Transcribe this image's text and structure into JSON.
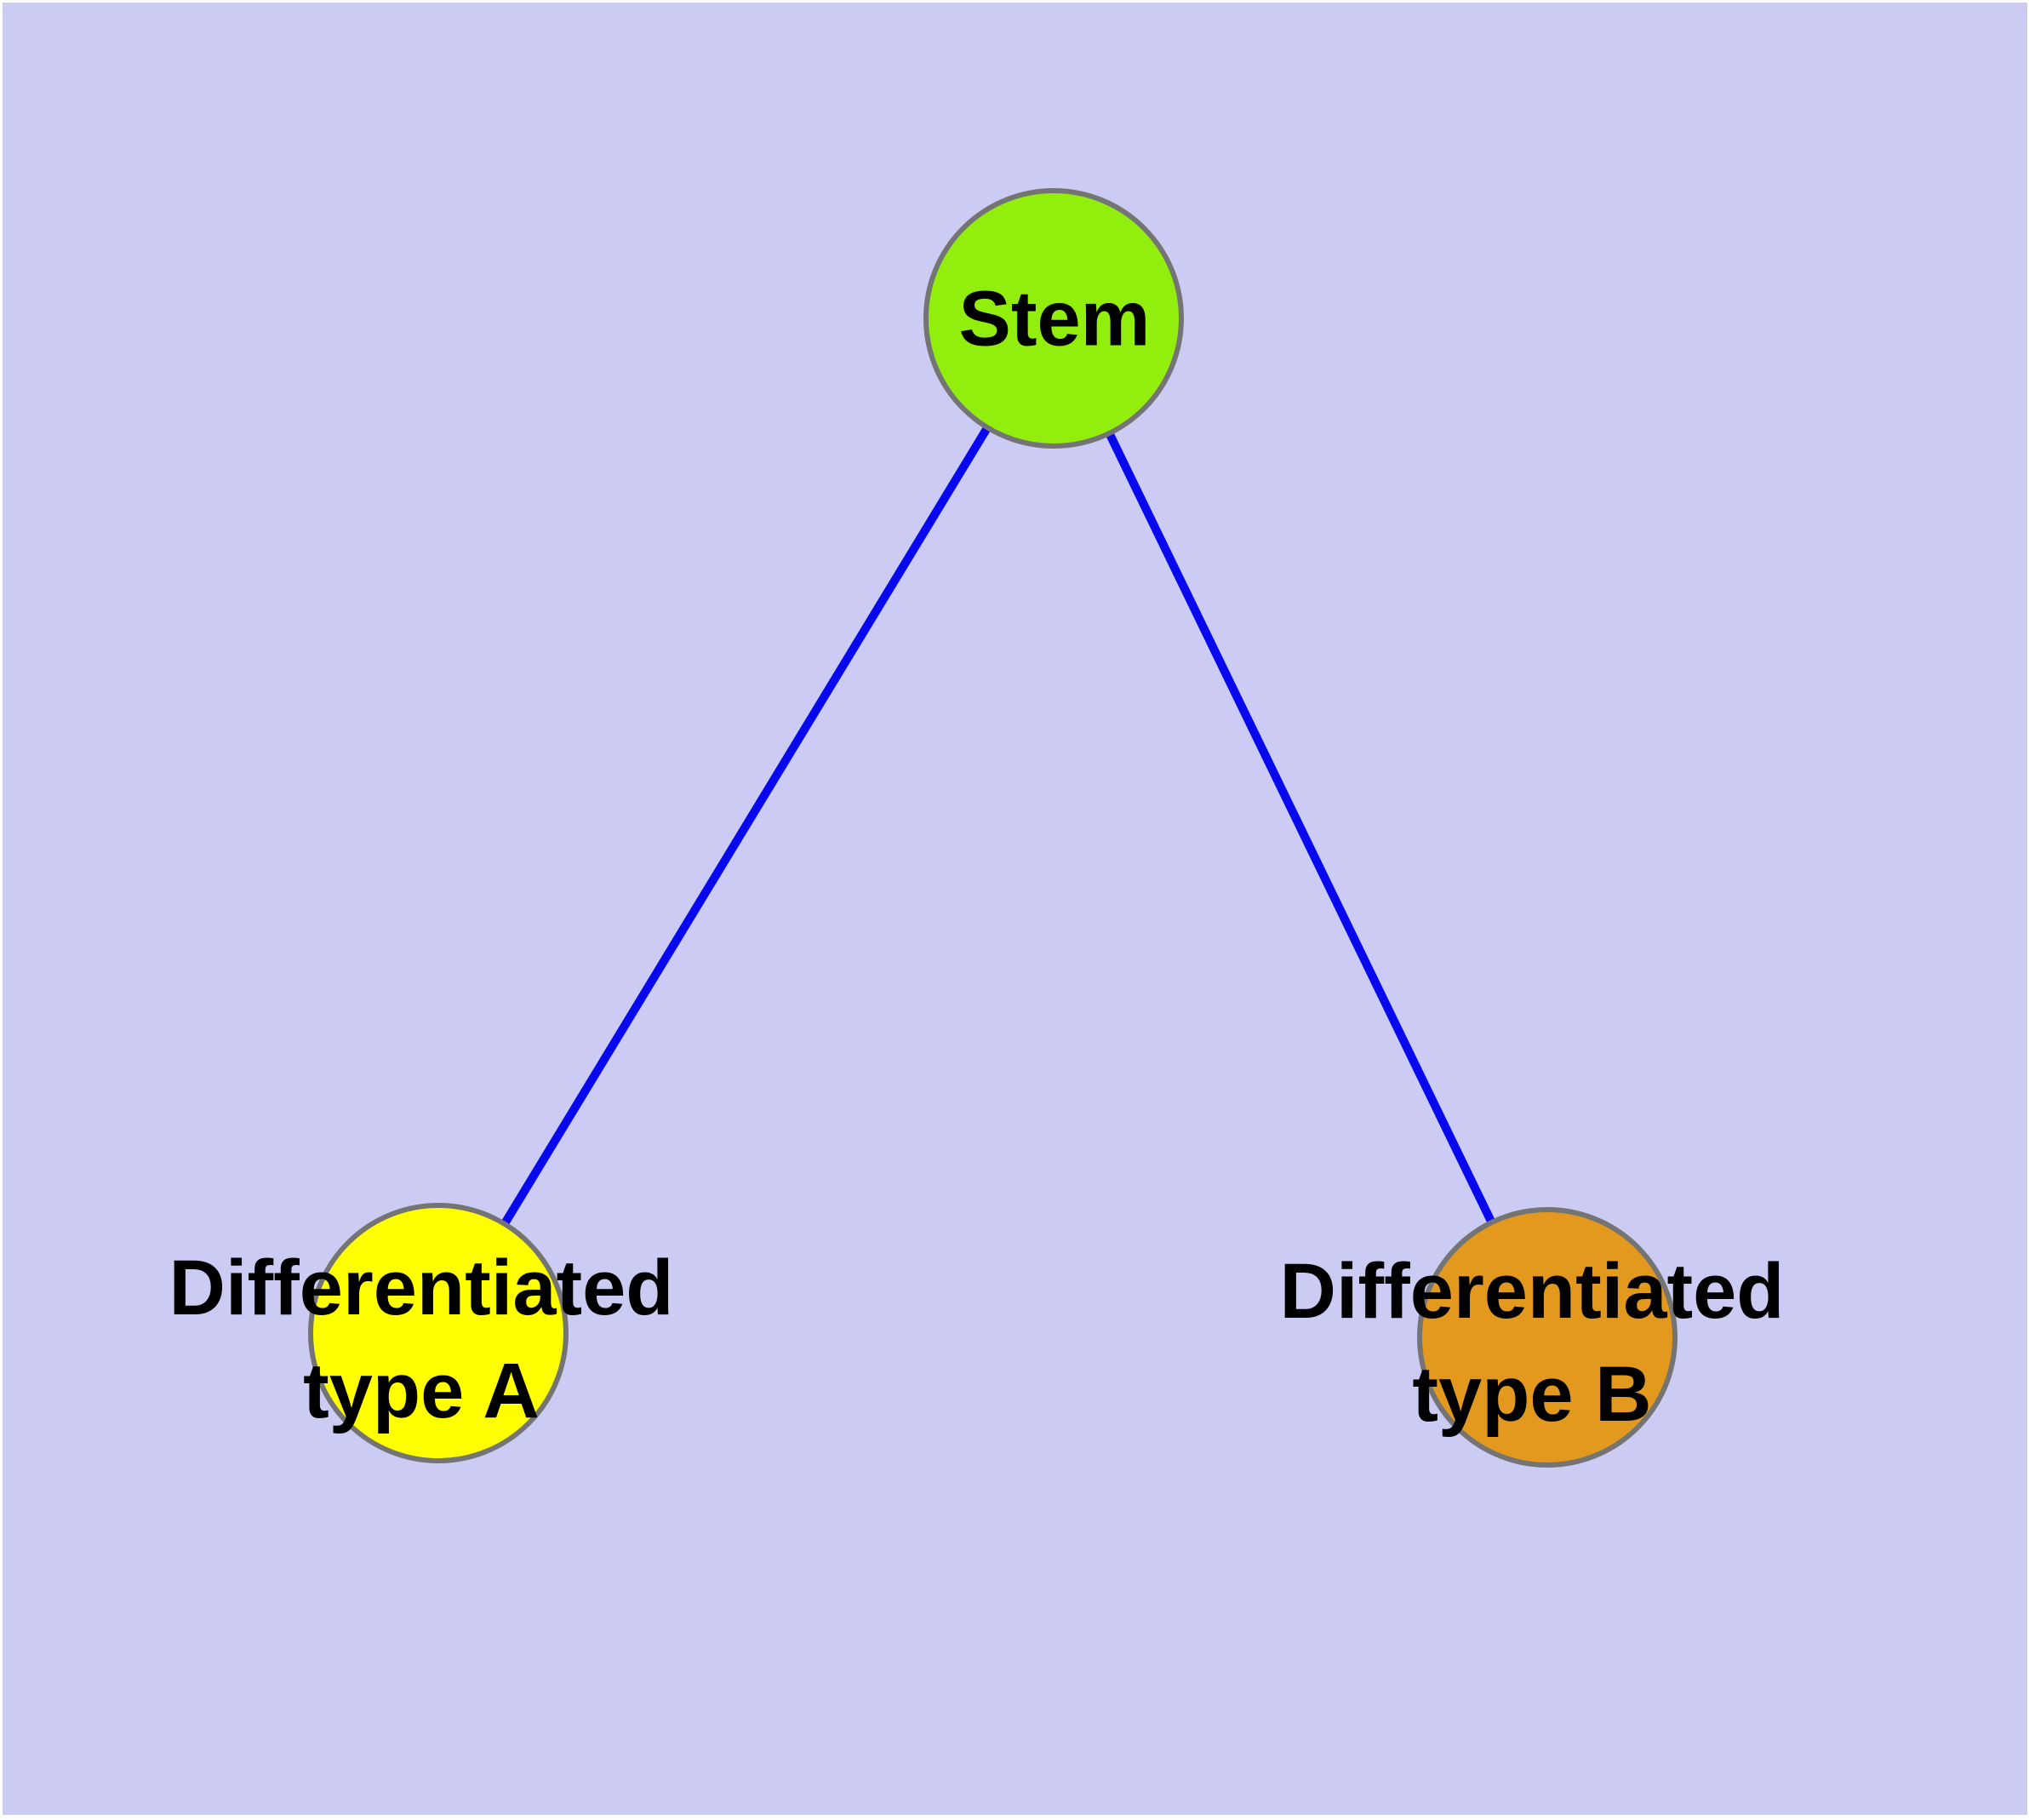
{
  "diagram": {
    "background_color": "#CBCBF4",
    "page_margin_color": "#FFFFFF",
    "node_border_color": "#747474",
    "edge_color": "#0808EE",
    "label_color": "#000000",
    "nodes": {
      "stem": {
        "label": "Stem",
        "fill_color": "#92EE0D"
      },
      "type_a": {
        "label_line1": "Differentiated",
        "label_line2": "type A",
        "fill_color": "#FFFF00"
      },
      "type_b": {
        "label_line1": "Differentiated",
        "label_line2": "type B",
        "fill_color": "#E2991E"
      }
    },
    "edges": [
      {
        "source": "Stem",
        "target": "Differentiated type A"
      },
      {
        "source": "Stem",
        "target": "Differentiated type B"
      }
    ]
  }
}
